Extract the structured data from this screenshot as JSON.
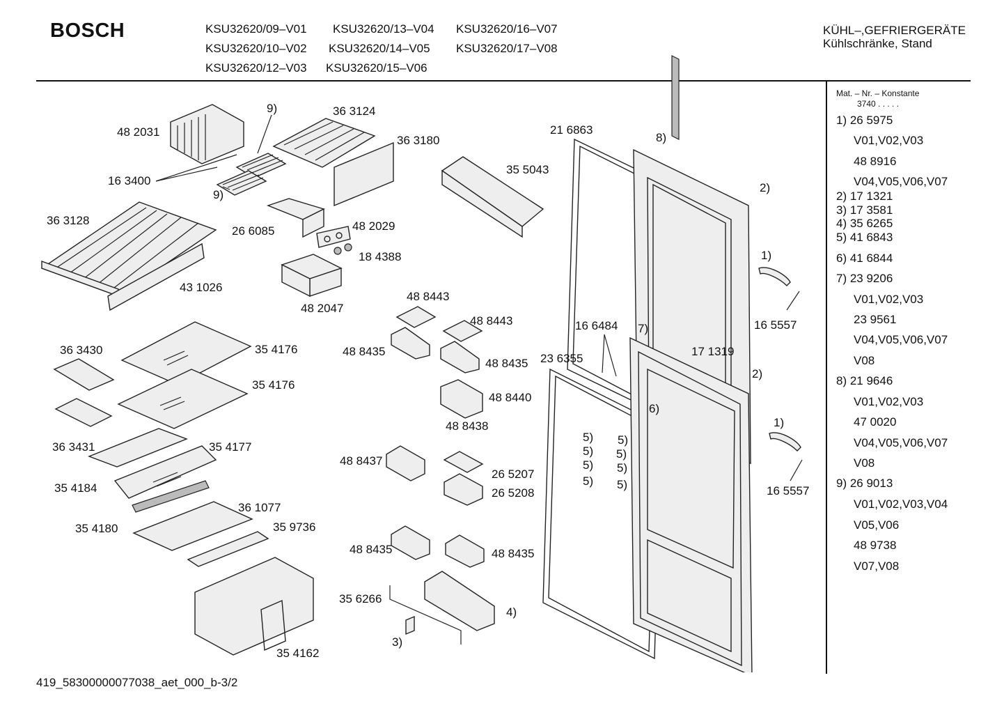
{
  "header": {
    "brand": "BOSCH",
    "models": [
      "KSU32620/09–V01",
      "KSU32620/13–V04",
      "KSU32620/16–V07",
      "KSU32620/10–V02",
      "KSU32620/14–V05",
      "KSU32620/17–V08",
      "KSU32620/12–V03",
      "KSU32620/15–V06"
    ],
    "category_line1": "KÜHL–,GEFRIERGERÄTE",
    "category_line2": "Kühlschränke, Stand"
  },
  "labels": [
    "9)",
    "36 3124",
    "48 2031",
    "36 3180",
    "16 3400",
    "9)",
    "21 6863",
    "8)",
    "35 5043",
    "2)",
    "36 3128",
    "26 6085",
    "48 2029",
    "18 4388",
    "1)",
    "43 1026",
    "48 2047",
    "16 5557",
    "48 8443",
    "48 8443",
    "16 6484",
    "7)",
    "36 3430",
    "35 4176",
    "48 8435",
    "48 8435",
    "23 6355",
    "17 1319",
    "2)",
    "35 4176",
    "48 8440",
    "6)",
    "1)",
    "48 8438",
    "5)",
    "5)",
    "36 3431",
    "35 4177",
    "5)",
    "5)",
    "48 8437",
    "5)",
    "5)",
    "26 5207",
    "5)",
    "5)",
    "35 4184",
    "26 5208",
    "16 5557",
    "36 1077",
    "35 4180",
    "35 9736",
    "48 8435",
    "48 8435",
    "35 6266",
    "4)",
    "3)",
    "35 4162"
  ],
  "legend": {
    "header": "Mat. – Nr. – Konstante",
    "constant": "3740 . . . . .",
    "rows": [
      "1) 26 5975",
      "V01,V02,V03",
      "48 8916",
      "V04,V05,V06,V07",
      "2) 17 1321",
      "3) 17 3581",
      "4) 35 6265",
      "5) 41 6843",
      "6) 41 6844",
      "7) 23 9206",
      "V01,V02,V03",
      "23 9561",
      "V04,V05,V06,V07",
      "V08",
      "8) 21 9646",
      "V01,V02,V03",
      "47 0020",
      "V04,V05,V06,V07",
      "V08",
      "9) 26 9013",
      "V01,V02,V03,V04",
      "V05,V06",
      "48 9738",
      "V07,V08"
    ]
  },
  "footer": "419_58300000077038_aet_000_b-3/2"
}
